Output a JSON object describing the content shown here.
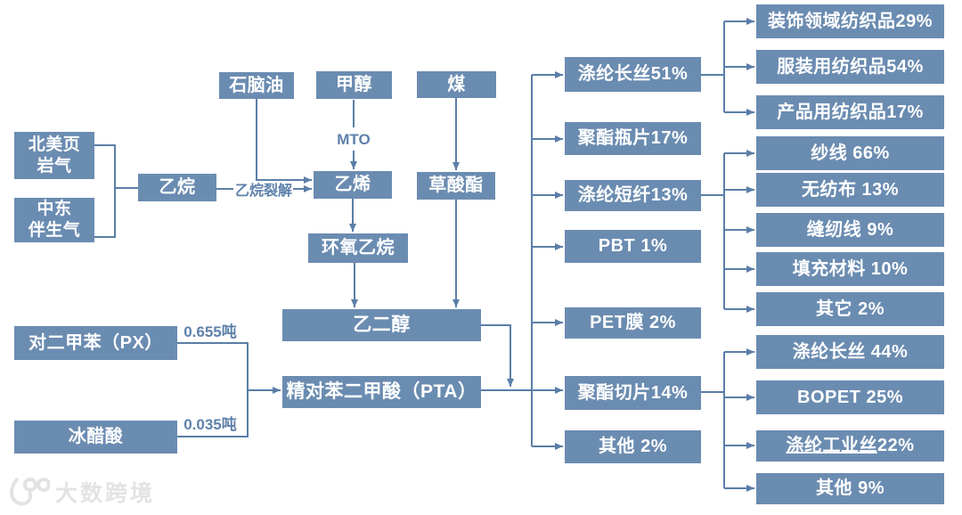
{
  "colors": {
    "box_fill": "#6B8CB1",
    "line_color": "#5B7EA7",
    "box_text": "#FFFFFF",
    "label_color": "#5E81AA",
    "watermark_color": "#E3E3E3",
    "background": "#FFFFFF"
  },
  "sources": {
    "na_shale_gas": "北美页\n岩气",
    "me_associated_gas": "中东\n伴生气",
    "naphtha": "石脑油",
    "methanol": "甲醇",
    "coal": "煤",
    "px": "对二甲苯（PX）",
    "acetic_acid": "冰醋酸"
  },
  "intermediates": {
    "ethane": "乙烷",
    "ethylene": "乙烯",
    "oxalate_ester": "草酸酯",
    "ethylene_oxide": "环氧乙烷",
    "meg": "乙二醇",
    "pta": "精对苯二甲酸（PTA）"
  },
  "edge_labels": {
    "mto": "MTO",
    "ethane_cracking": "乙烷裂解",
    "px_ratio": "0.655吨",
    "acetic_ratio": "0.035吨"
  },
  "polyester_products": [
    "涤纶长丝51%",
    "聚酯瓶片17%",
    "涤纶短纤13%",
    "PBT 1%",
    "PET膜 2%",
    "聚酯切片14%",
    "其他 2%"
  ],
  "filament_applications": [
    "装饰领域纺织品29%",
    "服装用纺织品54%",
    "产品用纺织品17%"
  ],
  "staple_applications": [
    "纱线 66%",
    "无纺布 13%",
    "缝纫线 9%",
    "填充材料 10%",
    "其它 2%"
  ],
  "chip_applications": [
    "涤纶长丝 44%",
    "BOPET 25%",
    {
      "name": "涤纶工业丝",
      "pct": " 22%"
    },
    "其他 9%"
  ],
  "watermark": "大数跨境"
}
